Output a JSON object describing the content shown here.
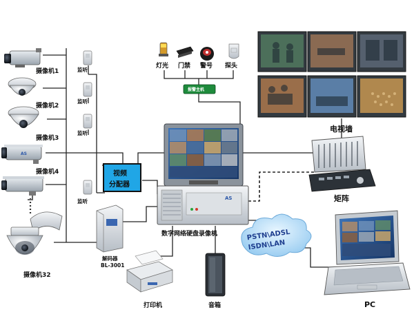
{
  "cameras": [
    {
      "label": "摄像机1"
    },
    {
      "label": "摄像机2"
    },
    {
      "label": "摄像机3"
    },
    {
      "label": "摄像机4"
    },
    {
      "label": "摄像机32"
    }
  ],
  "listeners": [
    {
      "label": "监听"
    },
    {
      "label": "监听"
    },
    {
      "label": "监听"
    },
    {
      "label": "监听"
    }
  ],
  "alarm_devices": [
    {
      "label": "灯光"
    },
    {
      "label": "门禁"
    },
    {
      "label": "警号"
    },
    {
      "label": "探头"
    }
  ],
  "alarm_host": {
    "label": "报警主机"
  },
  "video_splitter": {
    "line1": "视频",
    "line2": "分配器"
  },
  "decoder": {
    "label": "解码器",
    "model": "BL-3001"
  },
  "dvr": {
    "label": "数字网络硬盘录像机"
  },
  "tv_wall": {
    "label": "电视墙"
  },
  "matrix": {
    "label": "矩阵"
  },
  "network": {
    "line1": "PSTN\\ADSL",
    "line2": "ISDN\\LAN"
  },
  "printer": {
    "label": "打印机"
  },
  "speaker": {
    "label": "音箱"
  },
  "pc": {
    "label": "PC"
  },
  "colors": {
    "splitter_fill": "#20a6e6",
    "alarm_host_fill": "#1e8b3c",
    "cloud_fill": "#bfe3fb",
    "screen_blue": "#2a5aa0"
  }
}
